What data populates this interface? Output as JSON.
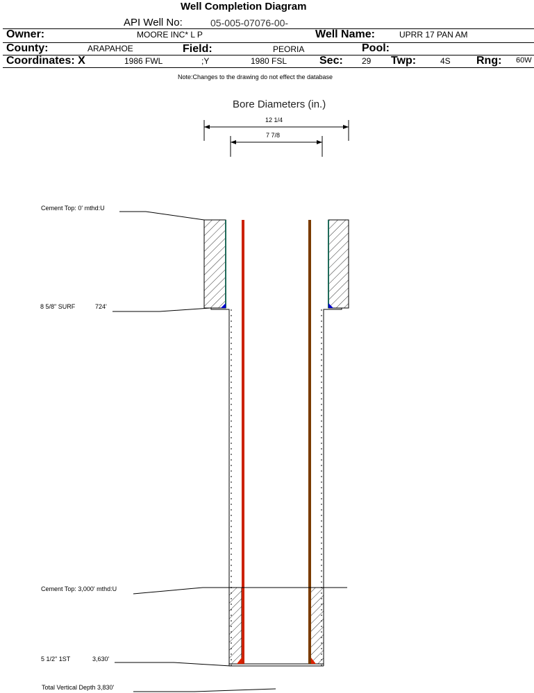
{
  "header": {
    "title": "Well Completion Diagram",
    "api_label": "API Well No:",
    "api_value": "05-005-07076-00-",
    "owner_label": "Owner:",
    "owner_value": "MOORE INC* L P",
    "well_name_label": "Well Name:",
    "well_name_value": "UPRR 17 PAN AM",
    "county_label": "County:",
    "county_value": "ARAPAHOE",
    "field_label": "Field:",
    "field_value": "PEORIA",
    "pool_label": "Pool:",
    "pool_value": "",
    "coord_label": "Coordinates: X",
    "coord_x_value": "1986 FWL",
    "coord_y_label": ";Y",
    "coord_y_value": "1980 FSL",
    "sec_label": "Sec:",
    "sec_value": "29",
    "twp_label": "Twp:",
    "twp_value": "4S",
    "rng_label": "Rng:",
    "rng_value": "60W"
  },
  "note": "Note:Changes to the drawing do not effect the database",
  "diagram": {
    "bore_title": "Bore Diameters (in.)",
    "bore_1": "12 1/4",
    "bore_2": "7 7/8",
    "cement_top_surface": "Cement Top: 0' mthd:U",
    "surface_casing": "8 5/8\" SURF",
    "surface_depth": "724'",
    "cement_top_production": "Cement Top: 3,000' mthd:U",
    "production_casing": "5 1/2\" 1ST",
    "production_depth": "3,630'",
    "total_depth": "Total Vertical Depth 3,830'"
  },
  "colors": {
    "casing_left": "#cc2200",
    "casing_right": "#7a3b00",
    "cement_edge": "#1f6b5a",
    "shoe": "#0000cc",
    "shoe_prod": "#dd2200"
  }
}
